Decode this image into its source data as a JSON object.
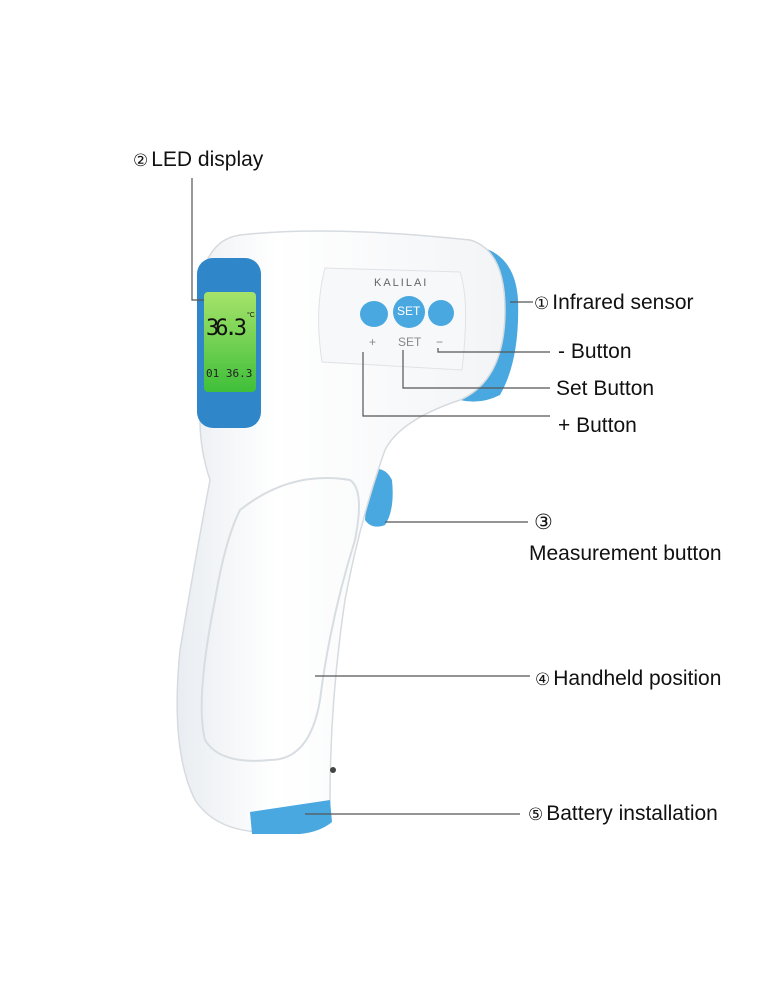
{
  "device": {
    "brand": "KALILAI",
    "display_main": "36.3",
    "display_unit": "°C",
    "display_memory": "01 36.3",
    "button_labels": {
      "plus": "+",
      "set": "SET",
      "minus": "−"
    },
    "colors": {
      "accent": "#4aa8e0",
      "lcd": "#6fd14a",
      "body": "#ffffff"
    }
  },
  "callouts": [
    {
      "number": "②",
      "label": "LED display"
    },
    {
      "number": "①",
      "label": "Infrared sensor"
    },
    {
      "number": "",
      "label": "- Button"
    },
    {
      "number": "",
      "label": "Set Button"
    },
    {
      "number": "",
      "label": "+ Button"
    },
    {
      "number": "③",
      "label": "Measurement button"
    },
    {
      "number": "④",
      "label": "Handheld position"
    },
    {
      "number": "⑤",
      "label": "Battery installation"
    }
  ]
}
